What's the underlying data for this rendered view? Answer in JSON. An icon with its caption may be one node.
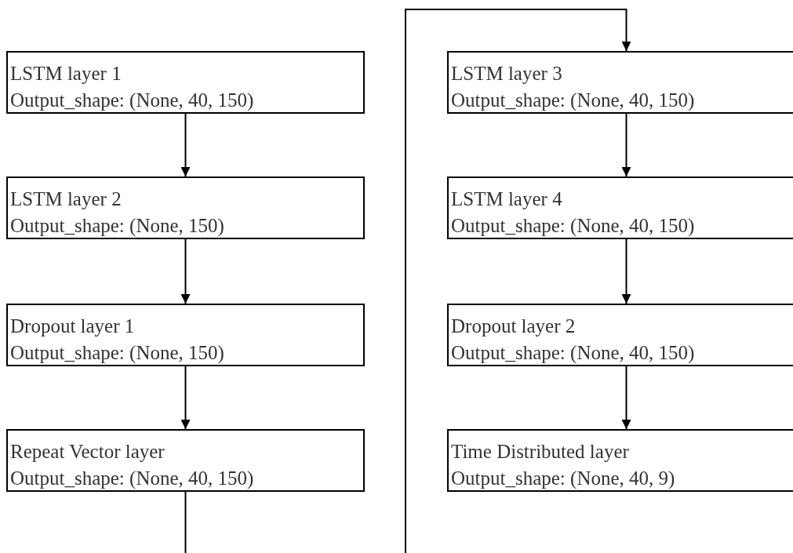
{
  "diagram": {
    "nodes": [
      {
        "text": [
          "LSTM layer 1",
          "Output_shape: (None, 40, 150)"
        ]
      },
      {
        "text": [
          "LSTM layer 2",
          "Output_shape: (None, 150)"
        ]
      },
      {
        "text": [
          "Dropout layer 1",
          "Output_shape: (None, 150)"
        ]
      },
      {
        "text": [
          "Repeat Vector layer",
          "Output_shape: (None, 40, 150)"
        ]
      },
      {
        "text": [
          "LSTM layer 3",
          "Output_shape: (None, 40, 150)"
        ]
      },
      {
        "text": [
          "LSTM layer 4",
          "Output_shape: (None, 40, 150)"
        ]
      },
      {
        "text": [
          "Dropout layer 2",
          "Output_shape: (None, 40, 150)"
        ]
      },
      {
        "text": [
          "Time Distributed layer",
          "Output_shape: (None, 40, 9)"
        ]
      }
    ],
    "edges": [
      {
        "from": 0,
        "to": 1,
        "arrow": "to"
      },
      {
        "from": 1,
        "to": 2,
        "arrow": "to"
      },
      {
        "from": 2,
        "to": 3,
        "arrow": "to"
      },
      {
        "from": 3,
        "to": null,
        "arrow": "none"
      },
      {
        "from": null,
        "to": 4,
        "arrow": "to"
      },
      {
        "from": 4,
        "to": 5,
        "arrow": "to"
      },
      {
        "from": 5,
        "to": 6,
        "arrow": "to"
      },
      {
        "from": 6,
        "to": 7,
        "arrow": "to"
      }
    ]
  }
}
